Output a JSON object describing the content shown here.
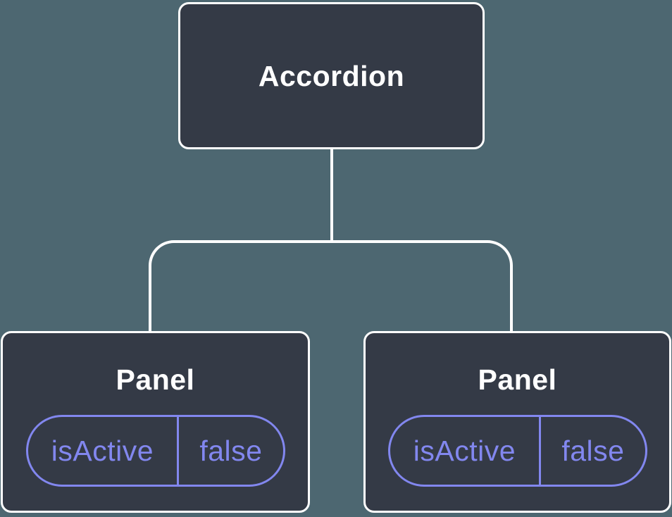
{
  "diagram": {
    "type": "component-tree",
    "root": {
      "label": "Accordion"
    },
    "panels": [
      {
        "title": "Panel",
        "state": {
          "name": "isActive",
          "value": "false"
        }
      },
      {
        "title": "Panel",
        "state": {
          "name": "isActive",
          "value": "false"
        }
      }
    ],
    "colors": {
      "background": "#4d6771",
      "node_fill": "#343a46",
      "node_border": "#ffffff",
      "node_text": "#ffffff",
      "connector": "#ffffff",
      "state_accent": "#8287ef"
    }
  }
}
